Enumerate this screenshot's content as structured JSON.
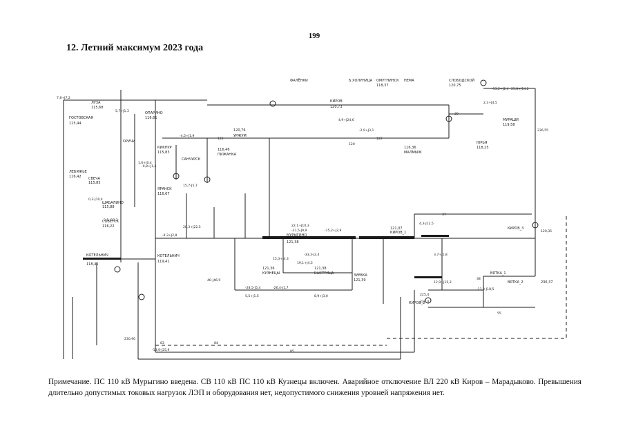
{
  "page": {
    "number": "199",
    "title": "12. Летний максимум 2023 года"
  },
  "note": {
    "text": "Примечание. ПС 110 кВ Мурыгино введена. СВ 110 кВ ПС 110 кВ Кузнецы включен. Аварийное отключение ВЛ 220 кВ Киров – Марадыково. Превышения длительно допустимых токовых нагрузок ЛЭП и оборудования нет, недопустимого снижения уровней напряжения нет."
  },
  "scheme": {
    "line_color": "#1a1a1a",
    "labels": {
      "kotelnich_bus": "КОТЕЛЬНИЧ",
      "kotelnich_bus_value": "118,41",
      "kotelnich_main": "КОТЕЛЬНИЧ",
      "kotelnich_main_value": "119,41",
      "gostovskaya": "ГОСТОВСКАЯ",
      "gostovskaya_value": "115,44",
      "orichi": "ОРИЧИ",
      "kiknur": "КИКНУР",
      "kiknur_value": "115,83",
      "yaransk": "ЯРАНСК",
      "yaransk_value": "116,67",
      "sovetsk": "СОВЕТСК",
      "lebyazhye": "ЛЕБЯЖЬЕ",
      "lebyazhye_value": "116,42",
      "kirov": "КИРОВ",
      "kirov_value": "120,73",
      "kirov_1": "КИРОВ_1",
      "kirov_1_value": "121,07",
      "kirov_2": "КИРОВ_2",
      "kirov_3": "КИРОВ_3",
      "vyatka_1": "ВЯТКА_1",
      "vyatka_2": "ВЯТКА_2",
      "vyatka_value": "236,37",
      "urzhum": "УРЖУМ",
      "urzhum_value": "120,76",
      "malmyzh": "МАЛМЫЖ",
      "malmyzh_value": "116,36",
      "sanchursk": "САНЧУРСК",
      "pizhanka": "ПИЖАНКА",
      "pizhanka_value": "116,46",
      "svecha": "СВЕЧА",
      "svecha_value": "115,85",
      "shabalino": "ШАБАЛИНО",
      "shabalino_value": "115,88",
      "murygino": "МУРЫГИНО",
      "murygino_value": "121,38",
      "kuznetsy": "КУЗНЕЦЫ",
      "kuznetsy_value": "121,36",
      "bystritsa": "БЫСТРИЦА",
      "bystritsa_value": "121,38",
      "zuevka": "ЗУЕВКА",
      "zuevka_value": "121,39",
      "falenki": "ФАЛЁНКИ",
      "omutninsk": "ОМУТНИНСК",
      "omutninsk_value": "118,37",
      "belaya_kholunitsa": "Б.ХОЛУНИЦА",
      "nema": "НЕМА",
      "slobodskoy": "СЛОБОДСКОЙ",
      "slobodskoy_value": "120,75",
      "yurya": "ЮРЬЯ",
      "yurya_value": "118,25",
      "murashi": "МУРАШИ",
      "murashi_value": "119,58",
      "oparino": "ОПАРИНО",
      "oparino_value": "116,61",
      "luza": "ЛУЗА",
      "luza_value": "115,68",
      "sovetsk_value": "116,22",
      "val_a": "-4,3+J2,8",
      "val_b": "22,1+J10,3",
      "val_c": "-21,5-J9,9",
      "val_d": "-15,2+J2,9",
      "val_e": "19,1+J4,5",
      "val_f": "4,9+J24,6",
      "val_g": "-2,9+J3,1",
      "val_h": "-33,3-J2,4",
      "val_i": "15,3+J4,3",
      "val_j": "-26,4-J1,7",
      "val_k": "-28,5-J5,4",
      "val_l": "8,9+J3,0",
      "val_m": "5,5+J1,5",
      "val_n": "4,3-J12,5",
      "val_o": "3,7+J1,8",
      "val_p": "12,9+J15,3",
      "val_q": "-11,3-J18,5",
      "val_r": "-13,2+J2,4",
      "val_s": "2,3+J4,5",
      "val_t": "25,8+J14,2",
      "val_u": "1,6+J0,4",
      "val_v": "-4,5+J1,9",
      "val_w": "0,3-J10,4",
      "val_x": "3,5-J13,2",
      "val_y": "5,7+J1,3",
      "val_z": "7,8+J7,2",
      "val_aa": "-0,8+J1,4",
      "val_ab": "40-J46,9",
      "val_ac": "28,3+J22,5",
      "val_ad": "15,7-J5,7",
      "val_ae": "-13,9-J25,9",
      "val_af": "236,55",
      "val_ag": "230,90",
      "val_ah": "225,4",
      "val_ai": "220,4",
      "val_aj": "120,35",
      "num_20": "20",
      "num_37": "37",
      "num_55": "55",
      "num_38": "38",
      "num_120": "120",
      "num_121": "121",
      "num_122": "122",
      "num_83": "83",
      "num_84": "84",
      "num_85": "85"
    }
  }
}
